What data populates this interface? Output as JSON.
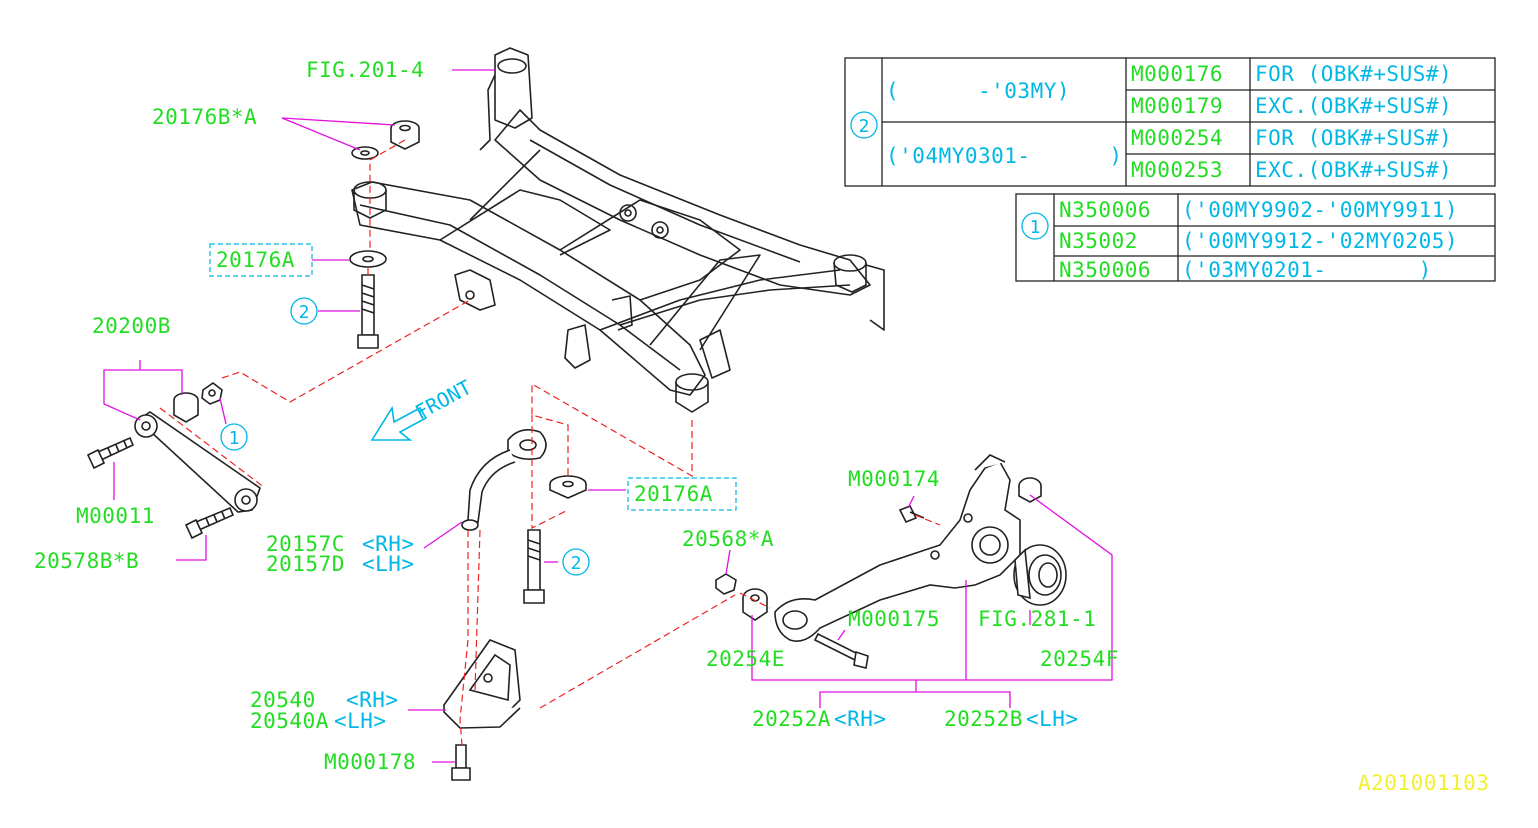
{
  "colors": {
    "part_number": "#22dd22",
    "qualifier": "#00b7e6",
    "leader": "#e010e0",
    "hidden_line": "#ee2222",
    "drawing": "#222222",
    "code": "#f3f030"
  },
  "direction": {
    "front_label": "FRONT"
  },
  "callouts": {
    "fig_201_4": "FIG.201-4",
    "p20176B_A": "20176B*A",
    "p20176A_top": "20176A",
    "p20176A_mid": "20176A",
    "p20200B": "20200B",
    "M00011": "M00011",
    "p20578B_B": "20578B*B",
    "p20157C": "20157C",
    "p20157C_side": "<RH>",
    "p20157D": "20157D",
    "p20157D_side": "<LH>",
    "p20568_A": "20568*A",
    "M000174": "M000174",
    "M000175": "M000175",
    "fig_281_1": "FIG.281-1",
    "p20254E": "20254E",
    "p20254F": "20254F",
    "p20540": "20540",
    "p20540_side": "<RH>",
    "p20540A": "20540A",
    "p20540A_side": "<LH>",
    "M000178": "M000178",
    "p20252A": "20252A",
    "p20252A_side": "<RH>",
    "p20252B": "20252B",
    "p20252B_side": "<LH>"
  },
  "refs": {
    "ref1": "1",
    "ref2": "2"
  },
  "table_ref2": {
    "ref": "2",
    "rows": [
      {
        "range": "(      -'03MY)",
        "part": "M000176",
        "note": "FOR (OBK#+SUS#)"
      },
      {
        "range": "",
        "part": "M000179",
        "note": "EXC.(OBK#+SUS#)"
      },
      {
        "range": "('04MY0301-      )",
        "part": "M000254",
        "note": "FOR (OBK#+SUS#)"
      },
      {
        "range": "",
        "part": "M000253",
        "note": "EXC.(OBK#+SUS#)"
      }
    ]
  },
  "table_ref1": {
    "ref": "1",
    "rows": [
      {
        "part": "N350006",
        "range": "('00MY9902-'00MY9911)"
      },
      {
        "part": "N35002",
        "range": "('00MY9912-'02MY0205)"
      },
      {
        "part": "N350006",
        "range": "('03MY0201-       )"
      }
    ]
  },
  "illustration_code": "A201001103"
}
